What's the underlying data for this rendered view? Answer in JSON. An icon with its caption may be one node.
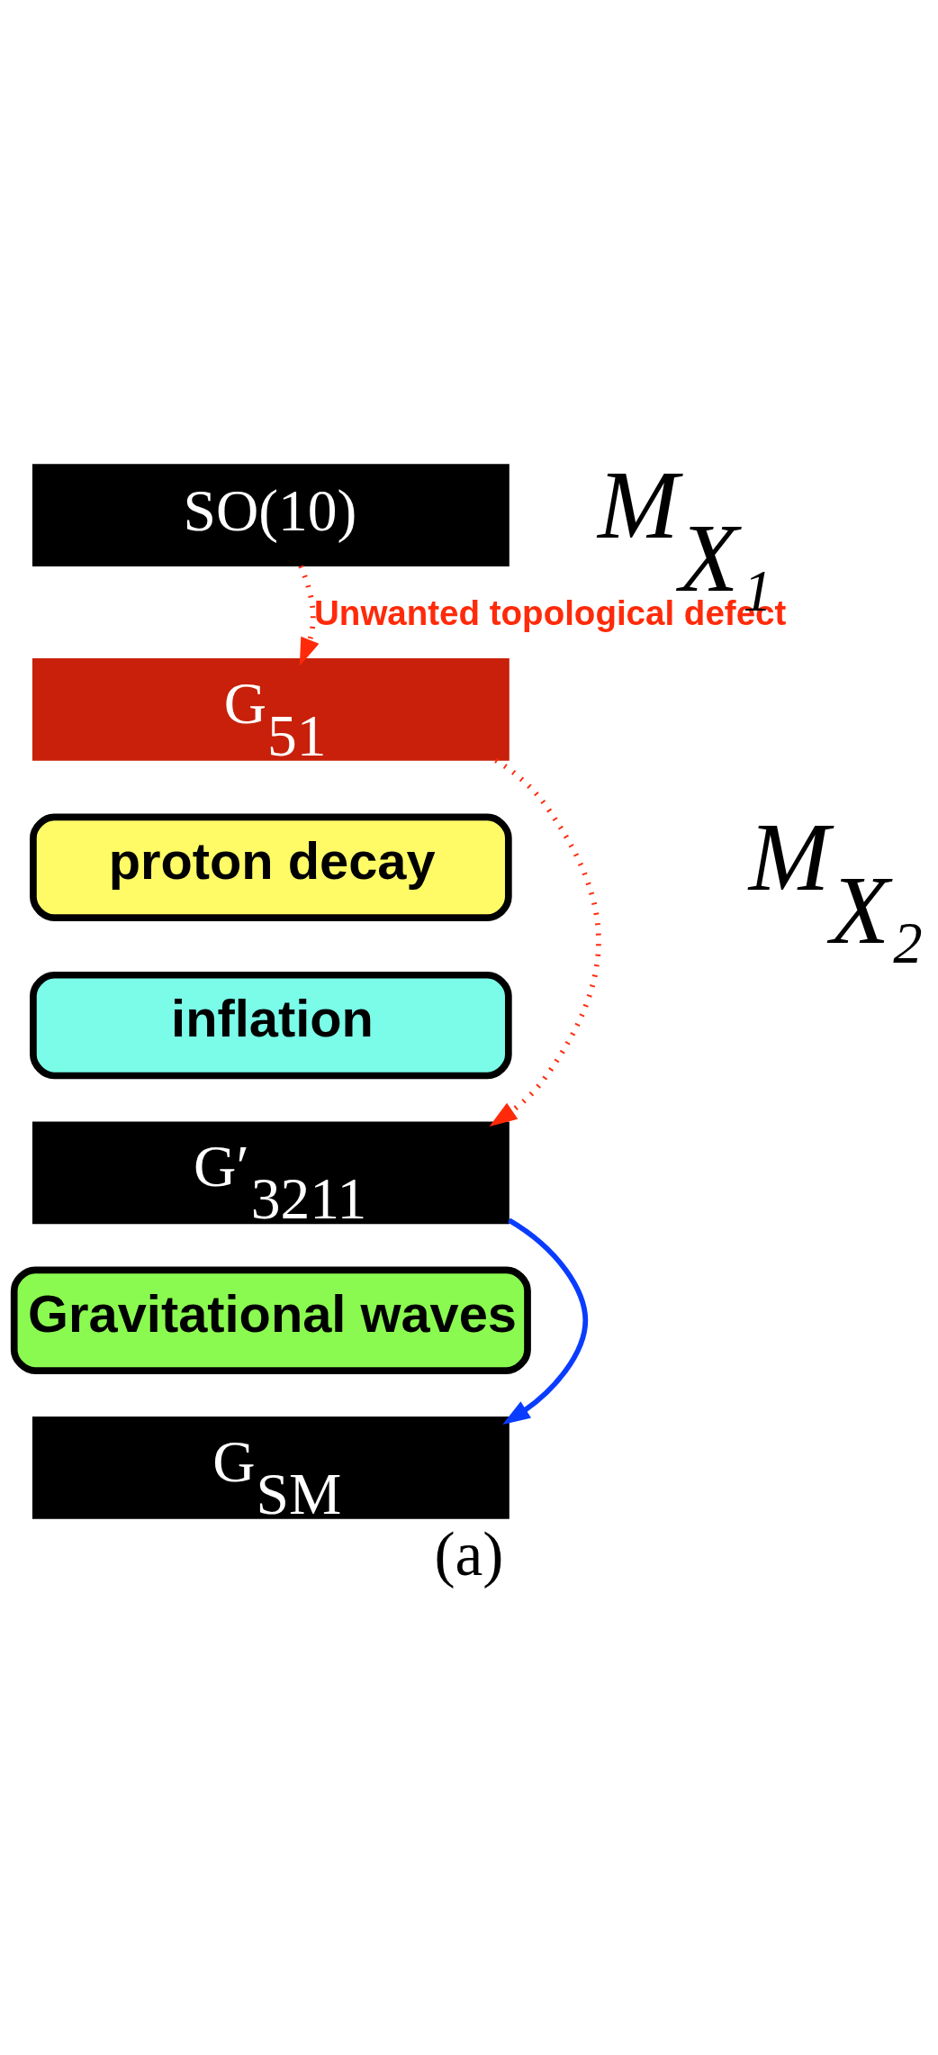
{
  "diagram": {
    "caption": "(a)",
    "nodes": [
      {
        "text": [
          "SO(10)"
        ]
      },
      {
        "text": [
          "G$_{51}$"
        ]
      },
      {
        "text": [
          "proton decay"
        ]
      },
      {
        "text": [
          "inflation"
        ]
      },
      {
        "text": [
          "G′$_{3211}$"
        ]
      },
      {
        "text": [
          "Gravitational waves"
        ]
      },
      {
        "text": [
          "G$_{SM}$"
        ]
      }
    ],
    "edges": [
      {
        "from": 0,
        "to": 1,
        "arrow": "to",
        "label": "Unwanted topological defect",
        "style": "dashed"
      },
      {
        "from": 1,
        "to": 4,
        "arrow": "to",
        "style": "dashed"
      },
      {
        "from": 4,
        "to": 6,
        "arrow": "to",
        "color": "#0a3cff"
      }
    ],
    "labels": [
      "M$_{X₁}$",
      "M$_{X₂}$"
    ]
  }
}
